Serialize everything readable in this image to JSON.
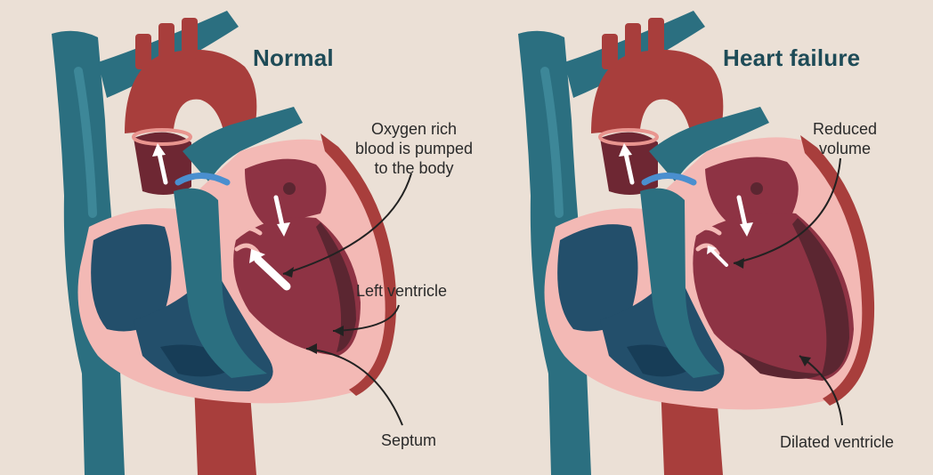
{
  "panels": {
    "normal": {
      "title": "Normal",
      "labels": {
        "oxygen": [
          "Oxygen rich",
          "blood is pumped",
          "to the body"
        ],
        "left_ventricle": "Left ventricle",
        "septum": "Septum"
      }
    },
    "failure": {
      "title": "Heart failure",
      "labels": {
        "reduced": [
          "Reduced",
          "volume"
        ],
        "dilated": "Dilated ventricle"
      }
    }
  },
  "colors": {
    "background": "#ebe0d6",
    "vein_blue": "#2b6f80",
    "right_chamber_blue": "#234f6b",
    "deep_blue": "#173d57",
    "artery_red": "#a83e3c",
    "left_chamber_red": "#8e3344",
    "dark_red": "#5b2631",
    "pink_wall": "#f3b9b5",
    "valve_blue": "#4a8fcf",
    "title_teal": "#1e4b57"
  }
}
